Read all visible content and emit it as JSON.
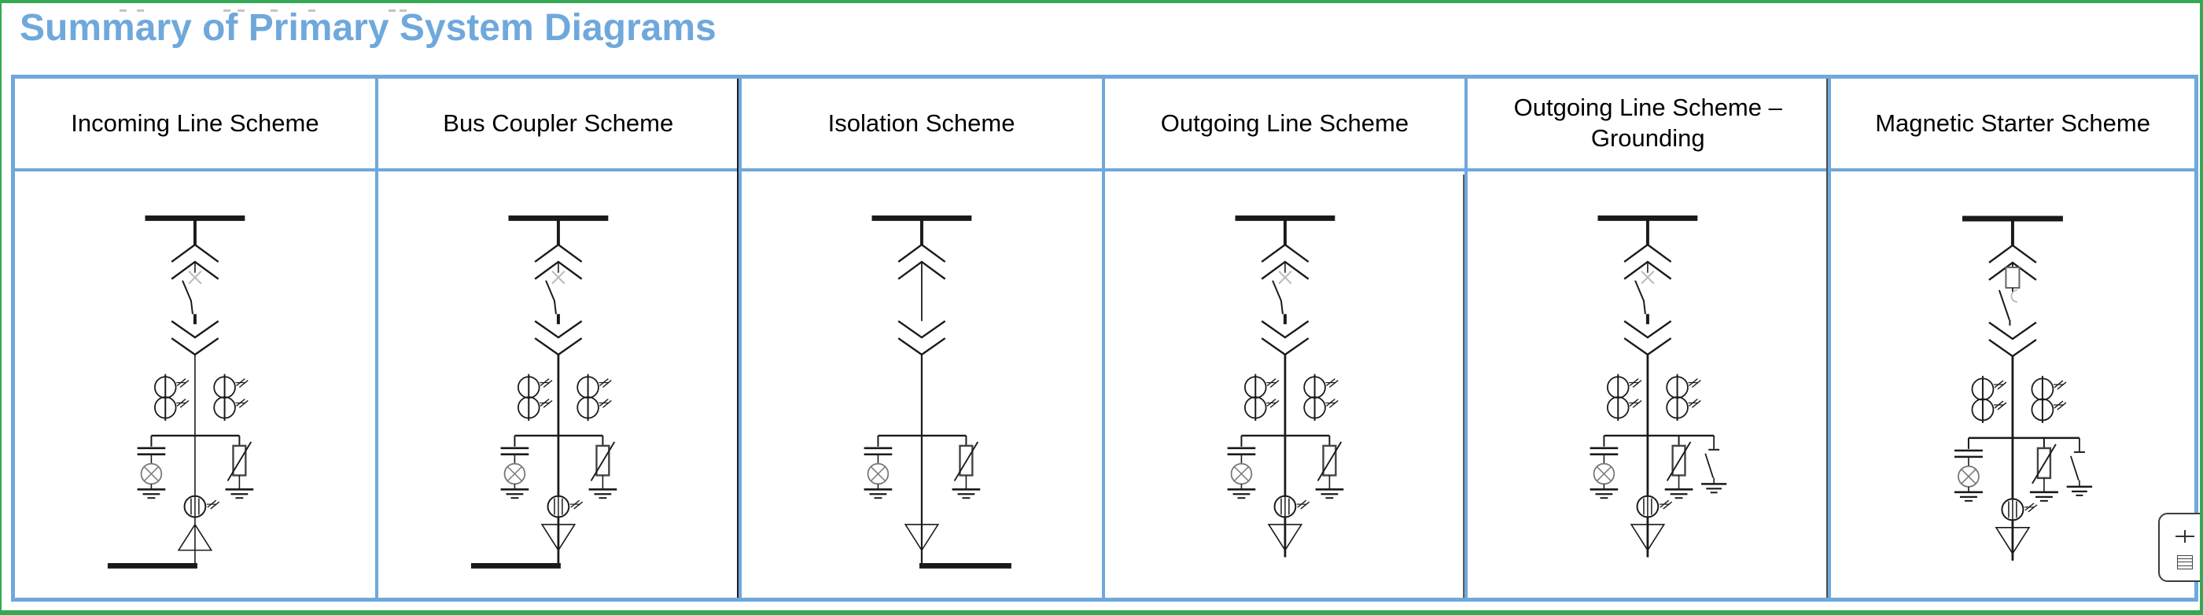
{
  "page": {
    "title": "Summary of Primary System Diagrams"
  },
  "colors": {
    "accent_blue": "#6FA8DC",
    "frame_green": "#34A853",
    "diagram_ink": "#1a1a1a",
    "muted_gray": "#b9b9b9"
  },
  "table": {
    "headers": [
      "Incoming Line Scheme",
      "Bus Coupler Scheme",
      "Isolation Scheme",
      "Outgoing Line Scheme",
      "Outgoing Line Scheme – Grounding",
      "Magnetic Starter Scheme"
    ],
    "schemes": [
      {
        "name": "Incoming Line Scheme",
        "switching_device": "circuit-breaker",
        "withdrawable_contacts": true,
        "current_transformers": true,
        "capacitive_voltage_indicator": true,
        "surge_arrester": true,
        "earthing_switch": false,
        "line_sensor": true,
        "cable_terminal": "triangle-up",
        "busbar_stub": "left",
        "line_weight": "thin"
      },
      {
        "name": "Bus Coupler Scheme",
        "switching_device": "circuit-breaker",
        "withdrawable_contacts": true,
        "current_transformers": true,
        "capacitive_voltage_indicator": true,
        "surge_arrester": true,
        "earthing_switch": false,
        "line_sensor": true,
        "cable_terminal": "triangle-down",
        "busbar_stub": "left",
        "line_weight": "heavy"
      },
      {
        "name": "Isolation Scheme",
        "switching_device": "none",
        "withdrawable_contacts": true,
        "current_transformers": false,
        "capacitive_voltage_indicator": true,
        "surge_arrester": true,
        "earthing_switch": false,
        "line_sensor": false,
        "cable_terminal": "triangle-down",
        "busbar_stub": "right",
        "line_weight": "medium"
      },
      {
        "name": "Outgoing Line Scheme",
        "switching_device": "circuit-breaker",
        "withdrawable_contacts": true,
        "current_transformers": true,
        "capacitive_voltage_indicator": true,
        "surge_arrester": true,
        "earthing_switch": false,
        "line_sensor": true,
        "cable_terminal": "triangle-down",
        "busbar_stub": "none",
        "line_weight": "heavy"
      },
      {
        "name": "Outgoing Line Scheme – Grounding",
        "switching_device": "circuit-breaker",
        "withdrawable_contacts": true,
        "current_transformers": true,
        "capacitive_voltage_indicator": true,
        "surge_arrester": true,
        "earthing_switch": true,
        "line_sensor": true,
        "cable_terminal": "triangle-down",
        "busbar_stub": "none",
        "line_weight": "heavy"
      },
      {
        "name": "Magnetic Starter Scheme",
        "switching_device": "fused-contactor",
        "withdrawable_contacts": true,
        "current_transformers": true,
        "capacitive_voltage_indicator": true,
        "surge_arrester": true,
        "earthing_switch": true,
        "line_sensor": true,
        "cable_terminal": "triangle-down",
        "busbar_stub": "none",
        "line_weight": "heavy"
      }
    ]
  },
  "artifacts": {
    "top_dashes_x": [
      152,
      174,
      284,
      302,
      344,
      392,
      494,
      508
    ]
  }
}
